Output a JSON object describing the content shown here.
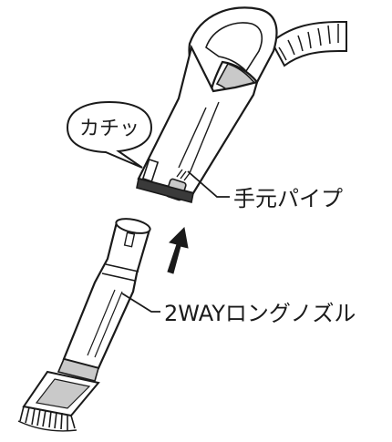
{
  "callout": {
    "text": "カチッ"
  },
  "labels": {
    "hand_pipe": "手元パイプ",
    "nozzle": "2WAYロングノズル"
  },
  "colors": {
    "line": "#1a1a1a",
    "body": "#ffffff",
    "shade": "#c9c9c9",
    "dark": "#3a3a3a"
  },
  "icons": {
    "direction": "arrow-up-icon"
  }
}
